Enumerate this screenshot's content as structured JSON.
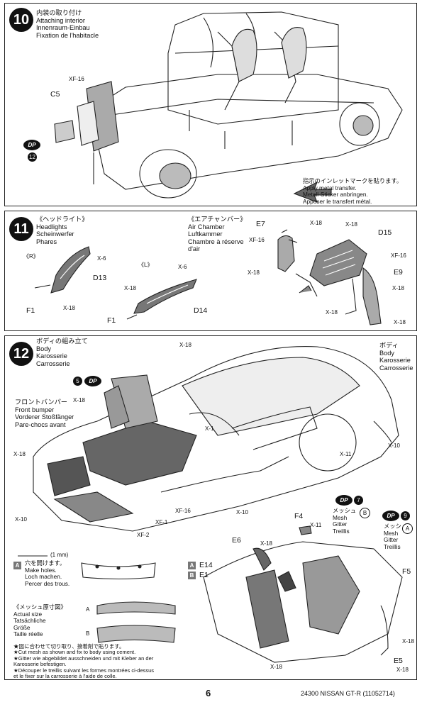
{
  "step10": {
    "number": "10",
    "title": [
      "内装の取り付け",
      "Attaching interior",
      "Innenraum-Einbau",
      "Fixation de l'habitacle"
    ],
    "parts": [
      "XF-16",
      "C5"
    ],
    "dp": "DP",
    "dp_no": "12",
    "note": [
      "指示のインレットマークを貼ります。",
      "Apply metal transfer.",
      "Metall-Sticker anbringen.",
      "Apposer le transfert métal."
    ]
  },
  "step11": {
    "number": "11",
    "title": [
      "《ヘッドライト》",
      "Headlights",
      "Scheinwerfer",
      "Phares"
    ],
    "title2": [
      "《エアチャンバー》",
      "Air Chamber",
      "Luftkammer",
      "Chambre à réserve",
      "d'air"
    ],
    "side_r": "《R》",
    "side_l": "《L》",
    "labels": {
      "x6a": "X-6",
      "d13": "D13",
      "f1a": "F1",
      "x18a": "X-18",
      "x6b": "X-6",
      "x18b": "X-18",
      "d14": "D14",
      "f1b": "F1",
      "e7": "E7",
      "x18c": "X-18",
      "xf16": "XF-16",
      "x18d": "X-18",
      "d15": "D15",
      "x18e": "X-18",
      "xf16b": "XF-16",
      "e9": "E9",
      "x18f": "X-18",
      "x18g": "X-18",
      "x18h": "X-18"
    }
  },
  "step12": {
    "number": "12",
    "title": [
      "ボディの組み立て",
      "Body",
      "Karosserie",
      "Carrosserie"
    ],
    "body_title": [
      "ボディ",
      "Body",
      "Karosserie",
      "Carrosserie"
    ],
    "bumper": [
      "フロントバンパー",
      "Front bumper",
      "Vorderer Stoßfänger",
      "Pare-chocs avant"
    ],
    "dp": "DP",
    "dp_no": "5",
    "labels": {
      "x18top": "X-18",
      "x18b": "X-18",
      "x18c": "X-18",
      "x1": "X-1",
      "x11": "X-11",
      "x10a": "X-10",
      "x10b": "X-10",
      "x10c": "X-10",
      "xf16": "XF-16",
      "xf1": "XF-1",
      "xf2": "XF-2"
    },
    "hole": {
      "box": "A",
      "size": "(1 mm)",
      "lines": [
        "穴を開けます。",
        "Make holes.",
        "Loch machen.",
        "Percer des trous."
      ]
    },
    "actual_size": [
      "《メッシュ原寸図》",
      "Actual size",
      "Tatsächliche",
      "Größe",
      "Taille réelle"
    ],
    "mesh_a": "A",
    "mesh_b": "B",
    "cut_note": [
      "★図に合わせて切り取り、接着剤で貼ります。",
      "★Cut mesh as shown and fix to body using cement.",
      "★Gitter wie abgebildet ausschneiden und mit Kleber an der",
      "Karosserie befestigen.",
      "★Découper le treillis suivant les formes montrées ci-dessus",
      "et le fixer sur la carrosserie à l'aide de colle."
    ],
    "dp7": {
      "dp": "DP",
      "no": "7",
      "mesh_box": "B",
      "lines": [
        "メッシュ",
        "Mesh",
        "Gitter",
        "Treillis"
      ]
    },
    "dp9": {
      "dp": "DP",
      "no": "9",
      "mesh_box": "A",
      "lines": [
        "メッシュ",
        "Mesh",
        "Gitter",
        "Treillis"
      ]
    },
    "parts_legend": {
      "a": "A",
      "a_part": "E14",
      "b": "B",
      "b_part": "E1"
    },
    "inset_labels": {
      "f4": "F4",
      "x11": "X-11",
      "e6": "E6",
      "x18a": "X-18",
      "f5": "F5",
      "x18b": "X-18",
      "x18c": "X-18",
      "e5": "E5",
      "x18d": "X-18"
    }
  },
  "footer": {
    "page": "6",
    "code": "24300 NISSAN GT-R (11052714)"
  }
}
